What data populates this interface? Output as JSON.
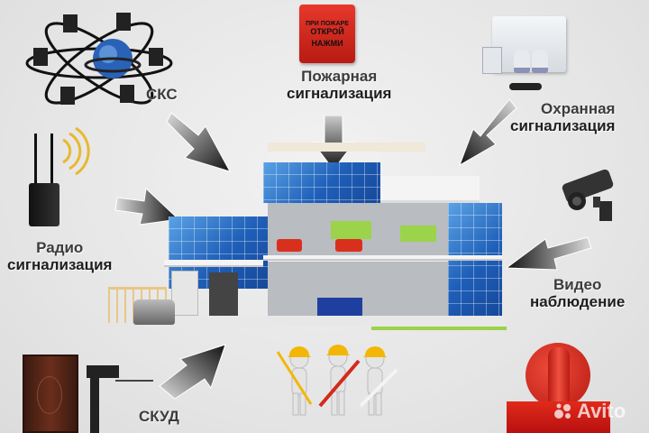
{
  "labels": {
    "scs": "СКС",
    "fire_alarm": {
      "line1": "Пожарная",
      "line2": "сигнализация"
    },
    "security_alarm": {
      "line1": "Охранная",
      "line2": "сигнализация"
    },
    "radio_alarm": {
      "line1": "Радио",
      "line2": "сигнализация"
    },
    "video": {
      "line1": "Видео",
      "line2": "наблюдение"
    },
    "access_control": "СКУД"
  },
  "fire_call_point": {
    "line1": "ПРИ ПОЖАРЕ",
    "line2": "ОТКРОЙ",
    "line3": "НАЖМИ"
  },
  "watermark": "Avito",
  "colors": {
    "background": "#e8e8e8",
    "label_text": "#3c3c3c",
    "building_blue": "#1f5fb8",
    "fire_red": "#d9261c",
    "helmet_yellow": "#f2b705",
    "wifi_yellow": "#e8b830"
  }
}
